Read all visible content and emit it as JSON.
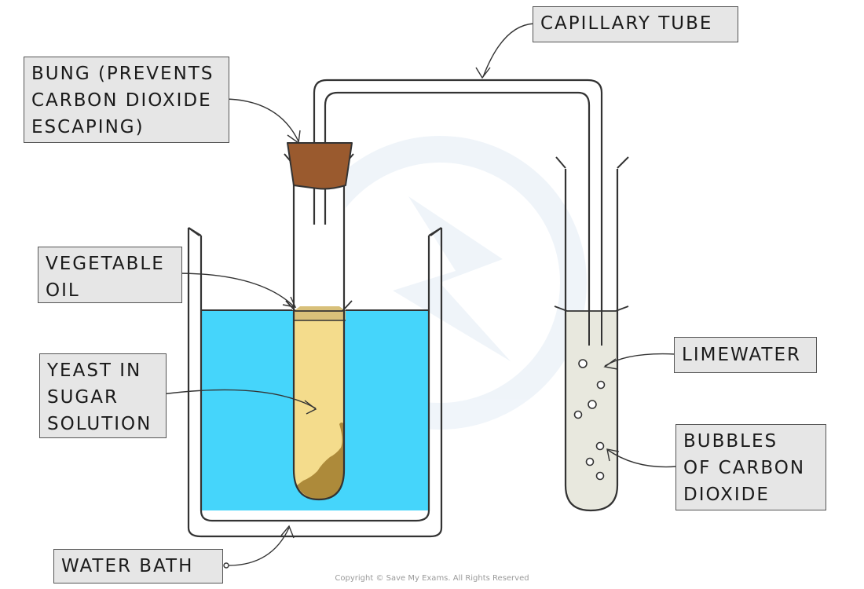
{
  "labels": {
    "capillary_tube": [
      "CAPILLARY TUBE"
    ],
    "bung": [
      "BUNG (PREVENTS",
      "CARBON DIOXIDE",
      "ESCAPING)"
    ],
    "vegetable_oil": [
      "VEGETABLE",
      "OIL"
    ],
    "yeast": [
      "YEAST IN",
      "SUGAR",
      "SOLUTION"
    ],
    "water_bath": [
      "WATER BATH"
    ],
    "limewater": [
      "LIMEWATER"
    ],
    "bubbles": [
      "BUBBLES",
      "OF CARBON",
      "DIOXIDE"
    ]
  },
  "copyright": "Copyright © Save My Exams. All Rights Reserved",
  "colors": {
    "water": "#45d5fb",
    "yeast_solution": "#f4dc8c",
    "yeast_sediment": "#ad8a3a",
    "vegetable_oil": "#d8c07a",
    "bung": "#9a5a2e",
    "limewater": "#e8e8de",
    "label_fill": "#e6e6e6",
    "outline": "#333333"
  }
}
